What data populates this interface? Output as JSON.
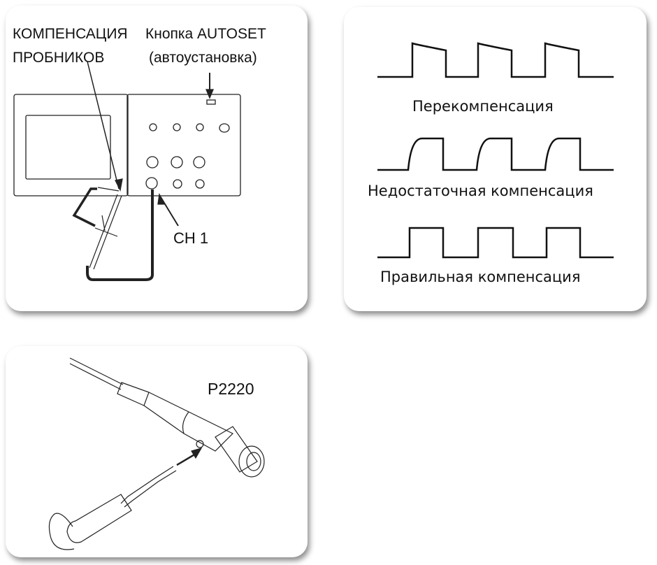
{
  "connection_panel": {
    "probe_comp_label_line1": "КОМПЕНСАЦИЯ",
    "probe_comp_label_line2": "ПРОБНИКОВ",
    "autoset_label_line1": "Кнопка AUTOSET",
    "autoset_label_line2": "(автоустановка)",
    "channel_label": "CH 1"
  },
  "waveform_panel": {
    "over": "Перекомпенсация",
    "under": "Недостаточная  компенсация",
    "correct": "Правильная компенсация"
  },
  "probe_panel": {
    "model": "P2220"
  }
}
